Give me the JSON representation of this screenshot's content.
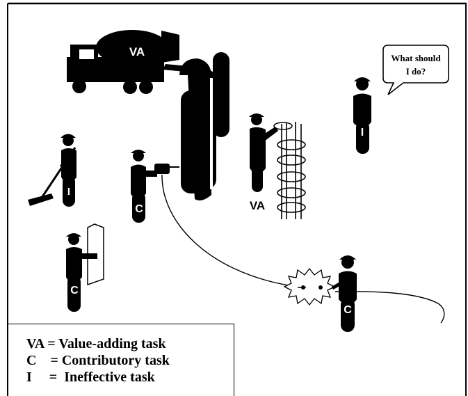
{
  "diagram": {
    "labels": {
      "truck": "VA",
      "rebar_worker": "VA",
      "sweeper": "I",
      "idle_worker": "I",
      "drill_worker": "C",
      "panel_worker": "C",
      "saw_worker": "C"
    },
    "speech_bubble": {
      "line1": "What should",
      "line2": "I do?"
    }
  },
  "legend": [
    {
      "abbr": "VA",
      "eq": " = ",
      "text": "Value-adding task"
    },
    {
      "abbr": "C",
      "eq": "    = ",
      "text": "Contributory task"
    },
    {
      "abbr": "I",
      "eq": "     =  ",
      "text": "Ineffective task"
    }
  ]
}
